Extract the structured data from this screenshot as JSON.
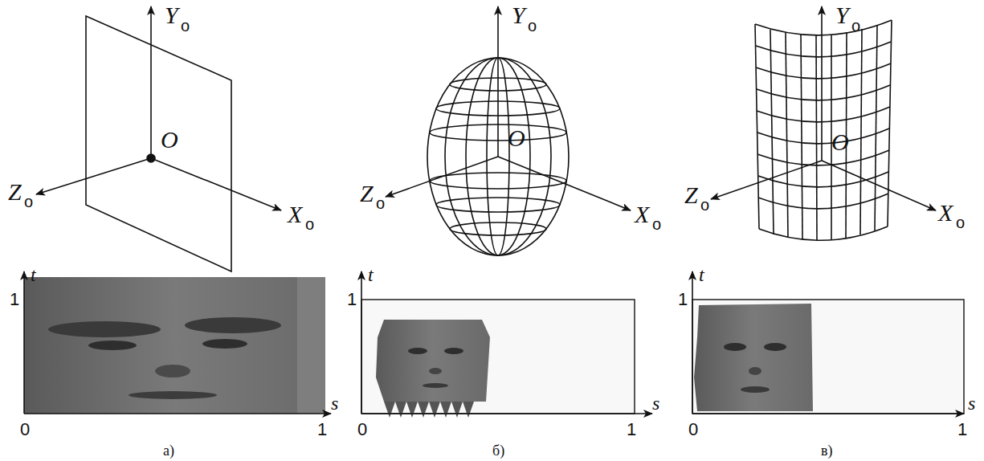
{
  "diagram": {
    "labels": [
      "Y",
      "o",
      "O",
      "Z",
      "o",
      "X",
      "o",
      "t",
      "1",
      "0",
      "1",
      "s",
      "а)",
      "Y",
      "o",
      "O",
      "Z",
      "o",
      "X",
      "o",
      "t",
      "1",
      "0",
      "1",
      "s",
      "б)",
      "Y",
      "o",
      "O",
      "Z",
      "o",
      "X",
      "o",
      "t",
      "1",
      "0",
      "1",
      "s",
      "в)"
    ]
  }
}
